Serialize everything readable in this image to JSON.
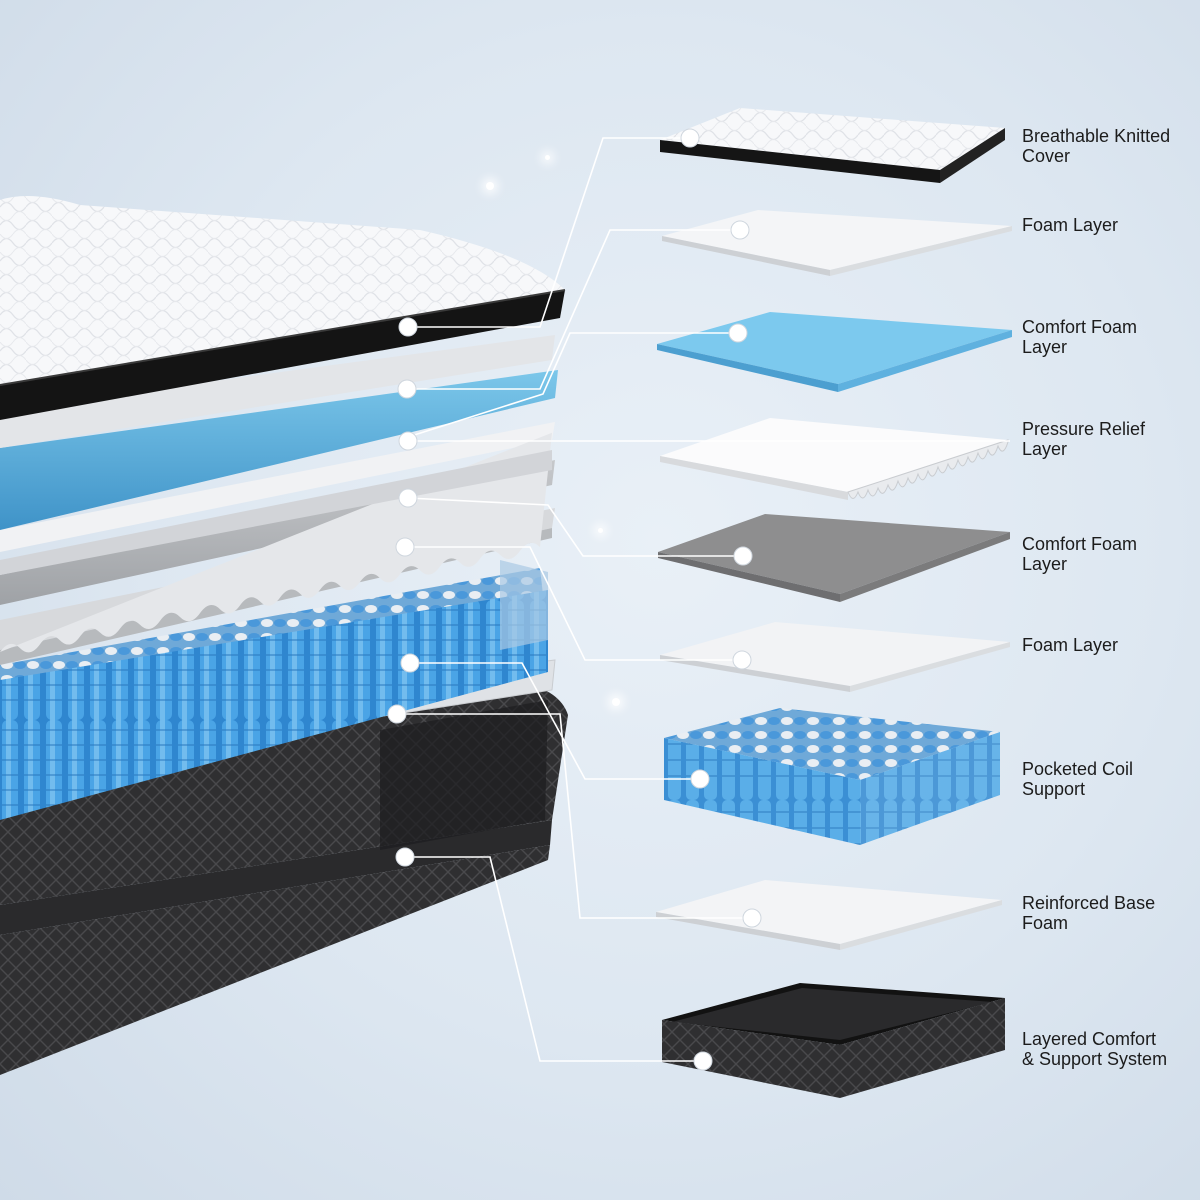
{
  "layers": [
    {
      "id": "cover",
      "label": "Breathable Knitted\nCover",
      "icon": "knitted-cover-icon"
    },
    {
      "id": "foam-1",
      "label": "Foam Layer",
      "icon": "foam-sheet-icon"
    },
    {
      "id": "comfort-blue",
      "label": "Comfort Foam\nLayer",
      "icon": "blue-foam-icon",
      "color": "#6fc0e6"
    },
    {
      "id": "pressure-relief",
      "label": "Pressure Relief\nLayer",
      "icon": "egg-crate-foam-icon"
    },
    {
      "id": "comfort-grey",
      "label": "Comfort Foam\nLayer",
      "icon": "grey-foam-icon",
      "color": "#8a8a8a"
    },
    {
      "id": "foam-2",
      "label": "Foam Layer",
      "icon": "foam-sheet-icon"
    },
    {
      "id": "coils",
      "label": "Pocketed Coil\nSupport",
      "icon": "pocket-coil-icon",
      "color": "#2e8fd6"
    },
    {
      "id": "base-foam",
      "label": "Reinforced Base\nFoam",
      "icon": "foam-sheet-icon"
    },
    {
      "id": "base-box",
      "label": "Layered Comfort\n& Support System",
      "icon": "base-box-icon",
      "color": "#1a1a1a"
    }
  ]
}
